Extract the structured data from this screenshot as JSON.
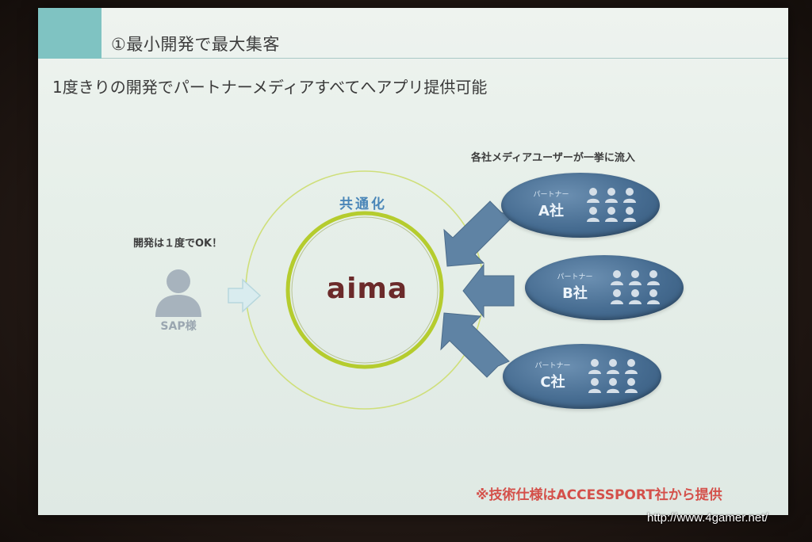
{
  "slide": {
    "title": "①最小開発で最大集客",
    "subtitle": "1度きりの開発でパートナーメディアすべてへアプリ提供可能",
    "inflow_label": "各社メディアユーザーが一挙に流入",
    "common_label": "共通化",
    "dev_once_label": "開発は１度でOK！",
    "user_label": "SAP様",
    "center_logo": "aima",
    "partners": [
      {
        "tag": "パートナー",
        "name": "A社"
      },
      {
        "tag": "パートナー",
        "name": "B社"
      },
      {
        "tag": "パートナー",
        "name": "C社"
      }
    ],
    "footnote": "※技術仕様はACCESSPORT社から提供"
  },
  "watermark": "http://www.4gamer.net/",
  "colors": {
    "accent_teal": "#7fc3c2",
    "ring_green": "#b5cc2e",
    "arrow_blue": "#5f83a4",
    "partner_oval": "#466c91",
    "logo_maroon": "#6b2a2a",
    "footnote_red": "#d4504a",
    "common_label_blue": "#4a86b8"
  },
  "icons": {
    "user": "person-icon",
    "arrow": "arrow-icon",
    "people": "people-group-icon"
  }
}
